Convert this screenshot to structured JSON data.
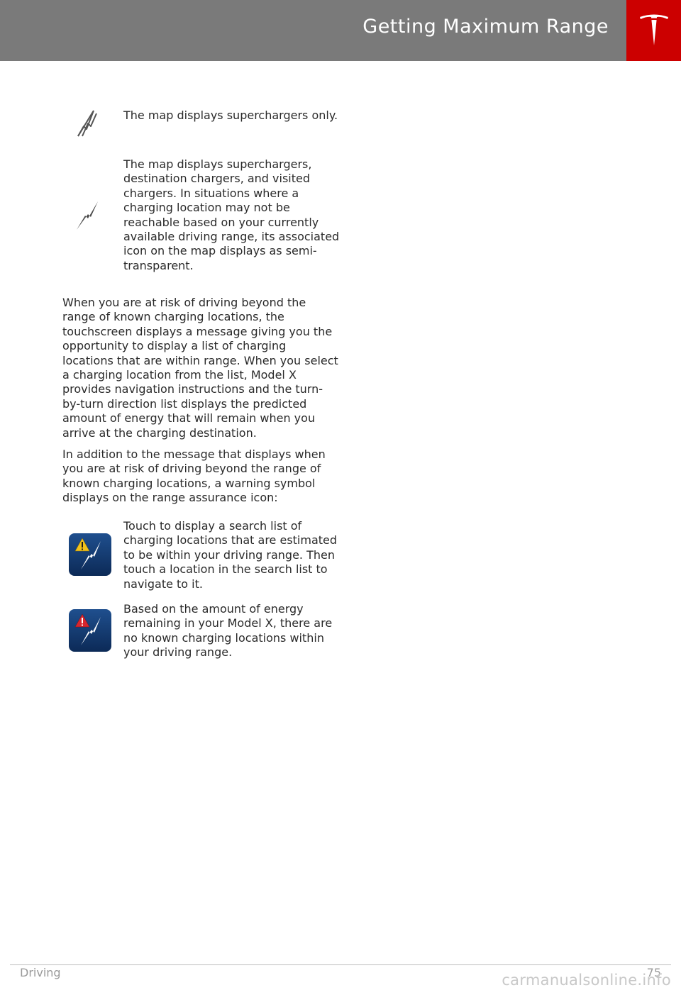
{
  "header": {
    "title": "Getting Maximum Range",
    "logo": "tesla-logo",
    "colors": {
      "bar": "#7a7a7a",
      "logo_bg": "#cc0000"
    }
  },
  "icon_rows_top": [
    {
      "icon": "supercharger-outline-icon",
      "text": "The map displays superchargers only."
    },
    {
      "icon": "charger-filled-icon",
      "text": "The map displays superchargers, destination chargers, and visited chargers. In situations where a charging location may not be reachable based on your currently available driving range, its associated icon on the map displays as semi-transparent."
    }
  ],
  "paragraphs": [
    "When you are at risk of driving beyond the range of known charging locations, the touchscreen displays a message giving you the opportunity to display a list of charging locations that are within range. When you select a charging location from the list, Model X provides navigation instructions and the turn-by-turn direction list displays the predicted amount of energy that will remain when you arrive at the charging destination.",
    "In addition to the message that displays when you are at risk of driving beyond the range of known charging locations, a warning symbol displays on the range assurance icon:"
  ],
  "icon_rows_bottom": [
    {
      "icon": "range-assurance-yellow-warning-icon",
      "text": "Touch to display a search list of charging locations that are estimated to be within your driving range. Then touch a location in the search list to navigate to it."
    },
    {
      "icon": "range-assurance-red-warning-icon",
      "text": "Based on the amount of energy remaining in your Model X, there are no known charging locations within your driving range."
    }
  ],
  "footer": {
    "section": "Driving",
    "page": "75"
  },
  "watermark": "carmanualsonline.info"
}
